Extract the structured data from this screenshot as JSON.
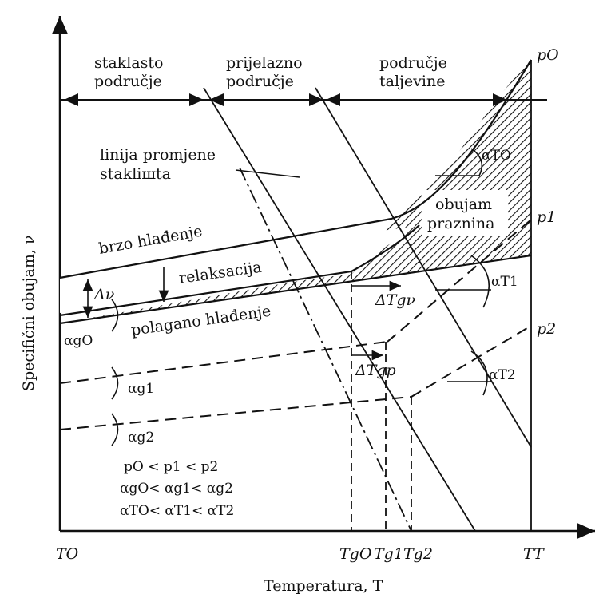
{
  "axes": {
    "y_label": "Specifični obujam, ν",
    "x_label": "Temperatura, T"
  },
  "regions": {
    "glassy": [
      "staklasto",
      "područje"
    ],
    "transition": [
      "prijelazno",
      "područje"
    ],
    "melt": [
      "područje",
      "taljevine"
    ]
  },
  "annotations": {
    "glass_transition_line": [
      "linija promjene",
      "stakliшta"
    ],
    "free_volume": [
      "obujam",
      "praznina"
    ],
    "fast_cooling": "brzo hlađenje",
    "relaxation": "relaksacija",
    "slow_cooling": "polagano hlađenje",
    "delta_v": "Δν",
    "delta_tgv": "ΔTgν",
    "delta_tgp": "ΔTgp"
  },
  "pressures": {
    "p0": "pO",
    "p1": "p1",
    "p2": "p2"
  },
  "angles": {
    "aT0": "αTO",
    "aT1": "αT1",
    "aT2": "αT2",
    "ag0": "αgO",
    "ag1": "αg1",
    "ag2": "αg2"
  },
  "x_ticks": {
    "t0": "TO",
    "tg0": "TgO",
    "tg1": "Tg1",
    "tg2": "Tg2",
    "tt": "TT"
  },
  "relations": [
    "pO < p1 < p2",
    "αgO< αg1< αg2",
    "αTO< αT1< αT2"
  ]
}
